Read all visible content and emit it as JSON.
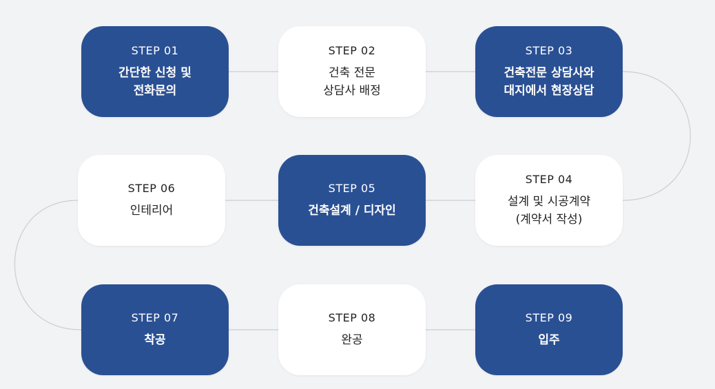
{
  "steps": [
    {
      "label": "STEP 01",
      "lines": [
        "간단한 신청 및",
        "전화문의"
      ]
    },
    {
      "label": "STEP 02",
      "lines": [
        "건축 전문",
        "상담사 배정"
      ]
    },
    {
      "label": "STEP 03",
      "lines": [
        "건축전문 상담사와",
        "대지에서 현장상담"
      ]
    },
    {
      "label": "STEP 04",
      "lines": [
        "설계 및 시공계약",
        "(계약서 작성)"
      ]
    },
    {
      "label": "STEP 05",
      "lines": [
        "건축설계 / 디자인"
      ]
    },
    {
      "label": "STEP 06",
      "lines": [
        "인테리어"
      ]
    },
    {
      "label": "STEP 07",
      "lines": [
        "착공"
      ]
    },
    {
      "label": "STEP 08",
      "lines": [
        "완공"
      ]
    },
    {
      "label": "STEP 09",
      "lines": [
        "입주"
      ]
    }
  ],
  "colors": {
    "background": "#f2f3f5",
    "dark_box": "#2a5094",
    "light_box": "#ffffff",
    "connector": "#c9cdd3"
  }
}
